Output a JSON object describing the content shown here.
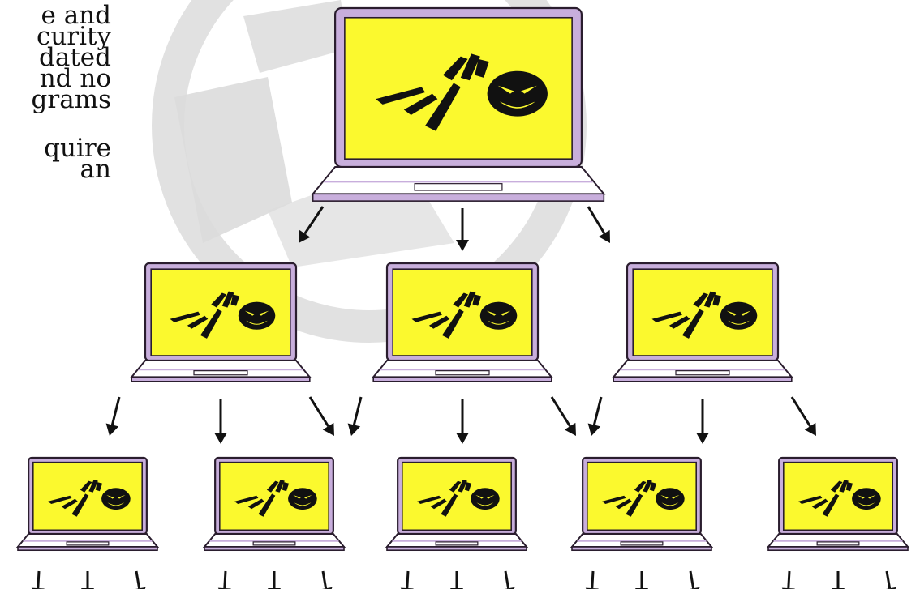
{
  "slide_text": {
    "lines": [
      "e and",
      "curity",
      "dated",
      "nd no",
      "grams",
      "quire",
      "an"
    ]
  },
  "colors": {
    "screen": "#fbf92e",
    "bezel": "#c8aedc",
    "outline": "#2a1d2e",
    "keyboard": "#ffffff",
    "watermark": "#dcdcdc",
    "arrow": "#111111",
    "logo": "#111111"
  },
  "icons": {
    "laptop": "laptop-icon",
    "logo": "worm-virus-face-logo",
    "arrow": "down-arrow-icon",
    "watermark": "background-logo-watermark"
  },
  "diagram": {
    "description_free": true,
    "tiers": [
      {
        "tier": 1,
        "laptops": 1
      },
      {
        "tier": 2,
        "laptops": 3
      },
      {
        "tier": 3,
        "laptops": 5
      }
    ]
  }
}
